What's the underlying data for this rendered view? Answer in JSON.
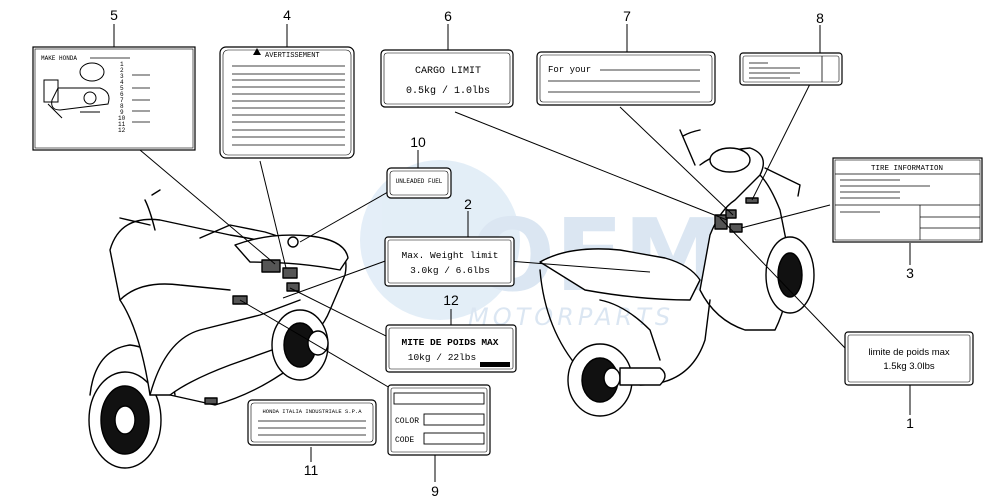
{
  "callouts": {
    "c1": "1",
    "c2": "2",
    "c3": "3",
    "c4": "4",
    "c5": "5",
    "c6": "6",
    "c7": "7",
    "c8": "8",
    "c9": "9",
    "c10": "10",
    "c11": "11",
    "c12": "12"
  },
  "labels": {
    "label_5": {
      "title": "MAKE HONDA",
      "index": [
        "1",
        "2",
        "3",
        "4",
        "5",
        "6",
        "7",
        "8",
        "9",
        "10",
        "11",
        "12"
      ]
    },
    "label_4": {
      "title": "AVERTISSEMENT"
    },
    "label_6": {
      "line1": "CARGO LIMIT",
      "line2": "0.5kg  /  1.0lbs"
    },
    "label_7": {
      "line1": "For your"
    },
    "label_3": {
      "title": "TIRE  INFORMATION"
    },
    "label_10": {
      "line1": "UNLEADED  FUEL"
    },
    "label_2": {
      "line1": "Max. Weight limit",
      "line2": "3.0kg  / 6.6lbs"
    },
    "label_12": {
      "line1": "MITE DE POIDS MAX",
      "line2": "10kg  / 22lbs"
    },
    "label_1": {
      "line1": "limite de poids max",
      "line2": "1.5kg    3.0lbs"
    },
    "label_9": {
      "color": "COLOR",
      "code": "CODE"
    },
    "label_11": {
      "title": "HONDA ITALIA INDUSTRIALE S.P.A"
    }
  },
  "watermark": {
    "brand": "OEM",
    "sub": "MOTORPARTS"
  }
}
